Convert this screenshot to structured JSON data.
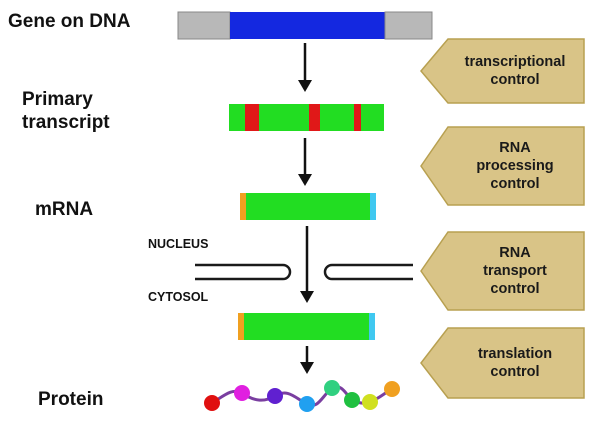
{
  "stages": [
    {
      "id": "gene",
      "label": "Gene on DNA"
    },
    {
      "id": "primary",
      "label": "Primary\ntranscript"
    },
    {
      "id": "mrna",
      "label": "mRNA"
    },
    {
      "id": "protein",
      "label": "Protein"
    }
  ],
  "compartments": {
    "nucleus": "NUCLEUS",
    "cytosol": "CYTOSOL"
  },
  "controls": [
    {
      "label": "transcriptional\ncontrol"
    },
    {
      "label": "RNA\nprocessing\ncontrol"
    },
    {
      "label": "RNA\ntransport\ncontrol"
    },
    {
      "label": "translation\ncontrol"
    }
  ],
  "colors": {
    "dna_flank": "#b8b8b8",
    "gene": "#1428e0",
    "exon": "#22dd22",
    "intron": "#e01818",
    "cap": "#f0a020",
    "tail": "#40c8f0",
    "control_fill": "#d9c487",
    "control_stroke": "#b8a050",
    "membrane": "#1a1a1a"
  },
  "protein_beads": [
    "#e01010",
    "#e020e0",
    "#6020d0",
    "#20a0f0",
    "#30d080",
    "#20c040",
    "#d0e020",
    "#f0a020"
  ]
}
